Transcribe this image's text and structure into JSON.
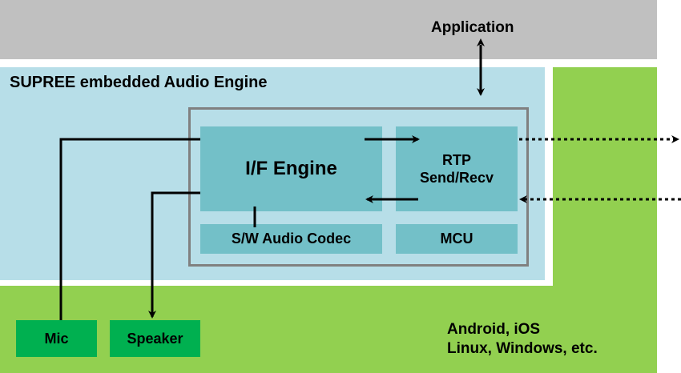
{
  "application_label": "Application",
  "engine_title": "SUPREE embedded Audio Engine",
  "blocks": {
    "if_engine": "I/F Engine",
    "rtp": "RTP\nSend/Recv",
    "codec": "S/W Audio Codec",
    "mcu": "MCU"
  },
  "devices": {
    "mic": "Mic",
    "speaker": "Speaker"
  },
  "os_label": "Android, iOS\nLinux, Windows, etc.",
  "colors": {
    "application_layer": "#c0c0c0",
    "os_layer": "#92d050",
    "engine_panel": "#b7dee8",
    "engine_block": "#73c0c8",
    "device_box": "#00b050",
    "core_frame_border": "#808080"
  }
}
